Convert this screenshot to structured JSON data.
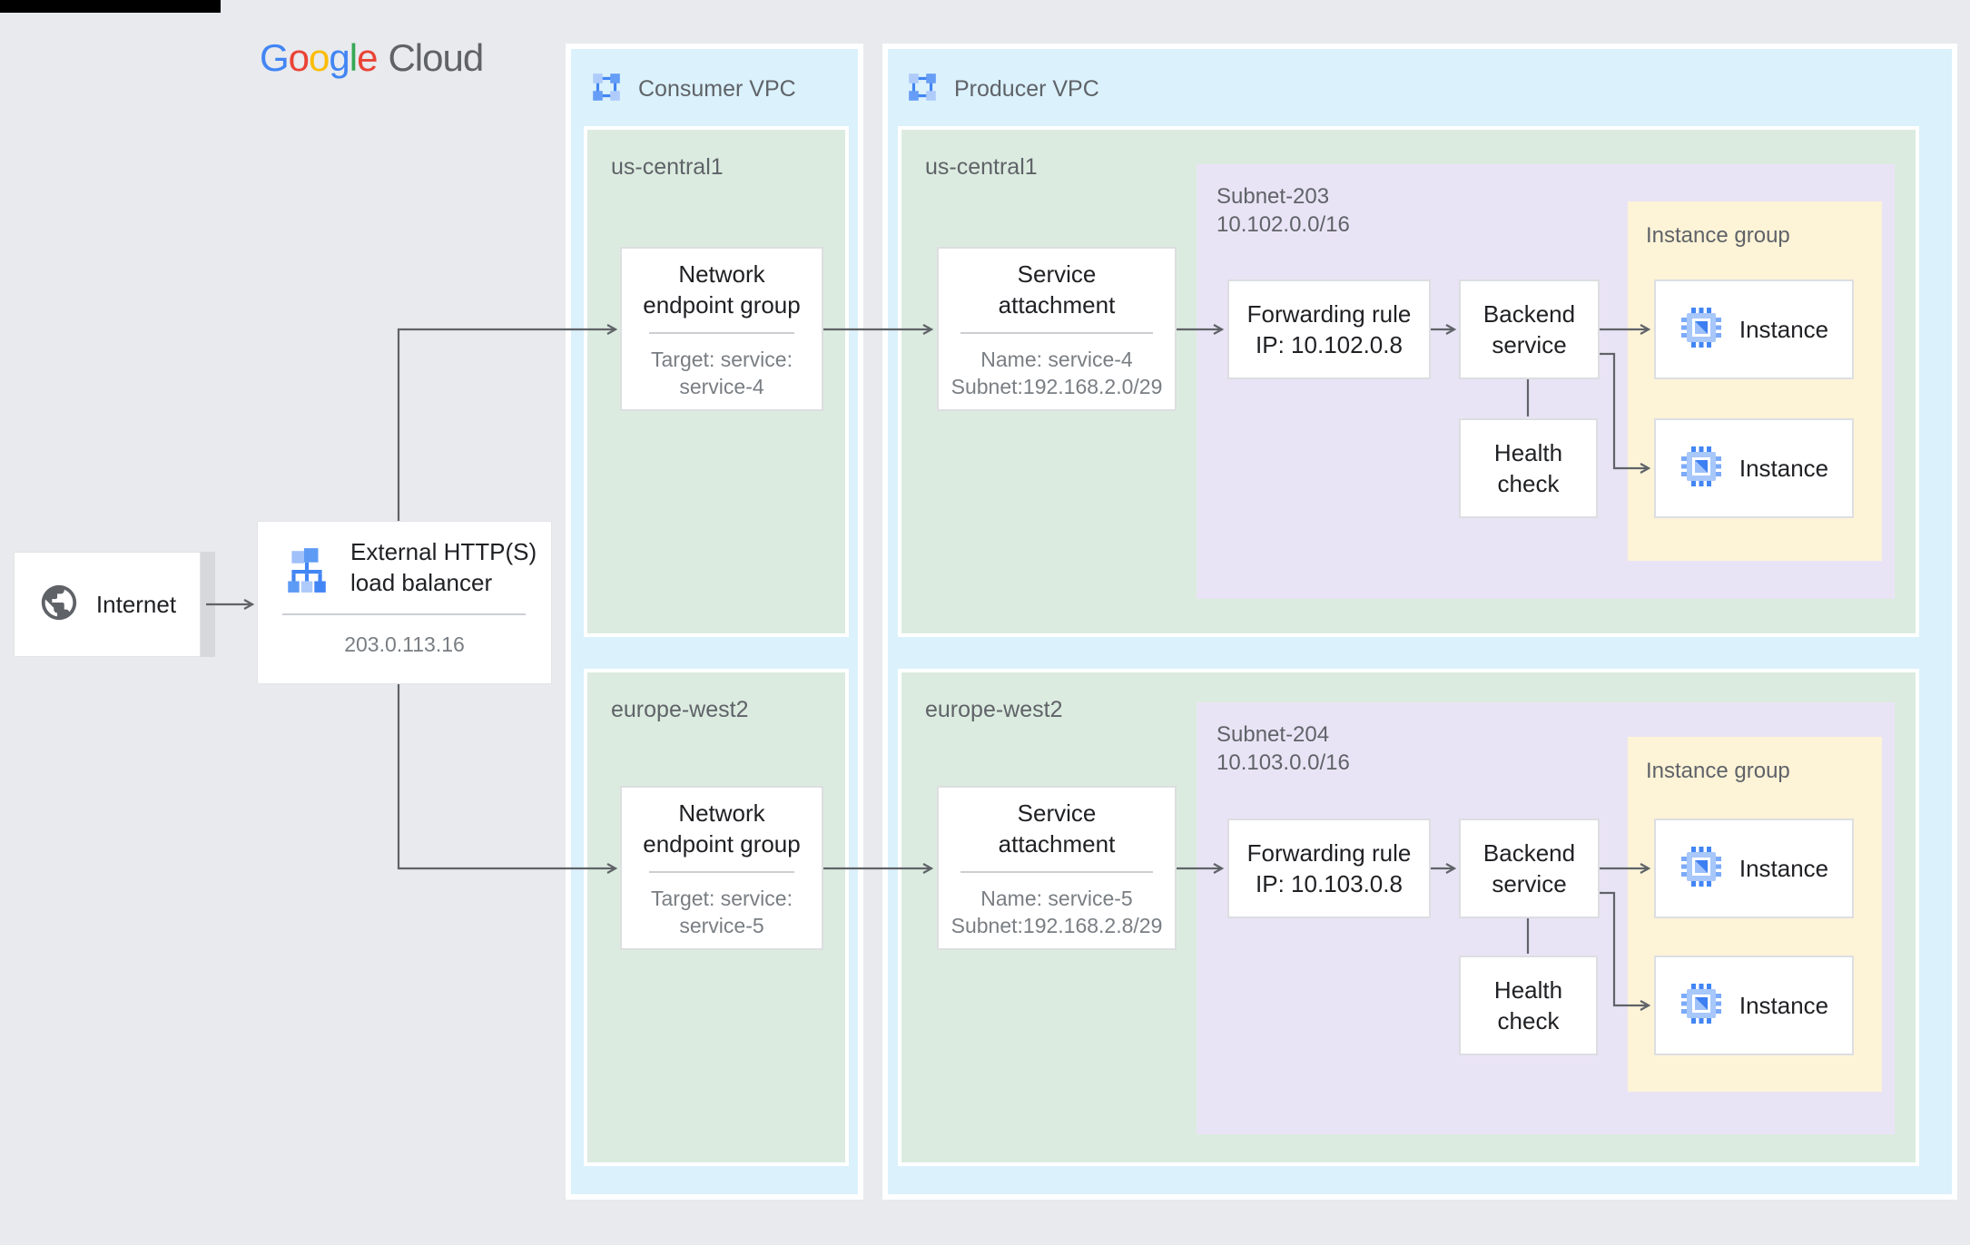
{
  "header": {
    "logo_letters": [
      "G",
      "o",
      "o",
      "g",
      "l",
      "e"
    ],
    "logo_suffix": "Cloud"
  },
  "internet": {
    "label": "Internet"
  },
  "load_balancer": {
    "title_line1": "External HTTP(S)",
    "title_line2": "load balancer",
    "ip": "203.0.113.16"
  },
  "consumer_vpc": {
    "label": "Consumer VPC",
    "regions": [
      {
        "name": "us-central1",
        "neg": {
          "title_line1": "Network",
          "title_line2": "endpoint group",
          "detail_line1": "Target: service:",
          "detail_line2": "service-4"
        }
      },
      {
        "name": "europe-west2",
        "neg": {
          "title_line1": "Network",
          "title_line2": "endpoint group",
          "detail_line1": "Target: service:",
          "detail_line2": "service-5"
        }
      }
    ]
  },
  "producer_vpc": {
    "label": "Producer VPC",
    "regions": [
      {
        "name": "us-central1",
        "service_attachment": {
          "title_line1": "Service",
          "title_line2": "attachment",
          "detail_line1": "Name: service-4",
          "detail_line2": "Subnet:192.168.2.0/29"
        },
        "subnet": {
          "name": "Subnet-203",
          "cidr": "10.102.0.0/16",
          "forwarding_rule_line1": "Forwarding rule",
          "forwarding_rule_line2": "IP: 10.102.0.8",
          "backend_service_line1": "Backend",
          "backend_service_line2": "service",
          "health_check_line1": "Health",
          "health_check_line2": "check",
          "instance_group": {
            "label": "Instance group",
            "instances": [
              "Instance",
              "Instance"
            ]
          }
        }
      },
      {
        "name": "europe-west2",
        "service_attachment": {
          "title_line1": "Service",
          "title_line2": "attachment",
          "detail_line1": "Name: service-5",
          "detail_line2": "Subnet:192.168.2.8/29"
        },
        "subnet": {
          "name": "Subnet-204",
          "cidr": "10.103.0.0/16",
          "forwarding_rule_line1": "Forwarding rule",
          "forwarding_rule_line2": "IP: 10.103.0.8",
          "backend_service_line1": "Backend",
          "backend_service_line2": "service",
          "health_check_line1": "Health",
          "health_check_line2": "check",
          "instance_group": {
            "label": "Instance group",
            "instances": [
              "Instance",
              "Instance"
            ]
          }
        }
      }
    ]
  },
  "colors": {
    "background": "#e8eaed",
    "vpc_panel": "#dbf1fc",
    "region_green": "#dcebe0",
    "subnet_purple": "#e9e4f5",
    "instance_group_yellow": "#fdf3d7",
    "connector_gray": "#5f6368",
    "google_blue": "#4285F4",
    "google_red": "#EA4335",
    "google_yellow": "#FBBC05",
    "google_green": "#34A853"
  }
}
